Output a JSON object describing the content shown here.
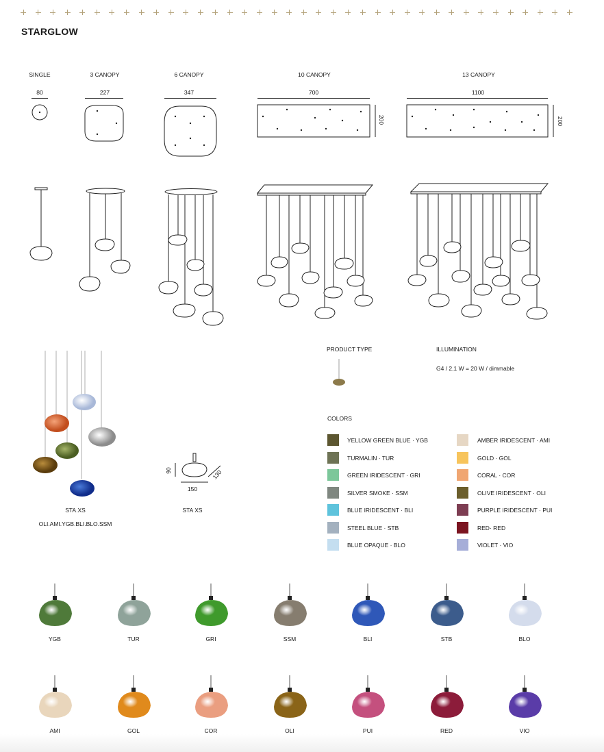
{
  "title": "STARGLOW",
  "canopies": [
    {
      "label": "SINGLE",
      "dim": "80"
    },
    {
      "label": "3 CANOPY",
      "dim": "227"
    },
    {
      "label": "6 CANOPY",
      "dim": "347"
    },
    {
      "label": "10 CANOPY",
      "dim": "700",
      "depth": "200"
    },
    {
      "label": "13 CANOPY",
      "dim": "1100",
      "depth": "200"
    }
  ],
  "product": {
    "type_heading": "PRODUCT TYPE",
    "illumination_heading": "ILLUMINATION",
    "illumination_value": "G4 / 2,1 W = 20 W / dimmable"
  },
  "cluster": {
    "caption1": "STA.XS",
    "caption2": "OLI.AMI.YGB.BLI.BLO.SSM"
  },
  "sta_xs": {
    "caption": "STA XS",
    "width": "150",
    "height": "90",
    "depth": "130"
  },
  "colors_heading": "COLORS",
  "colors_left": [
    {
      "name": "YELLOW GREEN BLUE · YGB",
      "hex": "#5c5630"
    },
    {
      "name": "TURMALIN · TUR",
      "hex": "#6e7355"
    },
    {
      "name": "GREEN IRIDESCENT · GRI",
      "hex": "#7cc79a"
    },
    {
      "name": "SILVER SMOKE · SSM",
      "hex": "#7f8780"
    },
    {
      "name": "BLUE IRIDESCENT · BLI",
      "hex": "#5ec3dc"
    },
    {
      "name": "STEEL BLUE · STB",
      "hex": "#a3b1bf"
    },
    {
      "name": "BLUE OPAQUE · BLO",
      "hex": "#c4def0"
    }
  ],
  "colors_right": [
    {
      "name": "AMBER IRIDESCENT · AMI",
      "hex": "#e6d7c4"
    },
    {
      "name": "GOLD · GOL",
      "hex": "#f7c45c"
    },
    {
      "name": "CORAL · COR",
      "hex": "#f0a672"
    },
    {
      "name": "OLIVE IRIDESCENT · OLI",
      "hex": "#6b5e2c"
    },
    {
      "name": "PURPLE IRIDESCENT · PUI",
      "hex": "#7d3d52"
    },
    {
      "name": "RED· RED",
      "hex": "#7b1420"
    },
    {
      "name": "VIOLET · VIO",
      "hex": "#a6aed8"
    }
  ],
  "pendants_row1": [
    {
      "code": "YGB",
      "hex": "#4f7a3a"
    },
    {
      "code": "TUR",
      "hex": "#8fa39a"
    },
    {
      "code": "GRI",
      "hex": "#3f9a2c"
    },
    {
      "code": "SSM",
      "hex": "#867d6f"
    },
    {
      "code": "BLI",
      "hex": "#2f58b8"
    },
    {
      "code": "STB",
      "hex": "#3c5c8c"
    },
    {
      "code": "BLO",
      "hex": "#d4dcec"
    }
  ],
  "pendants_row2": [
    {
      "code": "AMI",
      "hex": "#e9d6bc"
    },
    {
      "code": "GOL",
      "hex": "#e08a1c"
    },
    {
      "code": "COR",
      "hex": "#ea9e80"
    },
    {
      "code": "OLI",
      "hex": "#8a6418"
    },
    {
      "code": "PUI",
      "hex": "#c4507e"
    },
    {
      "code": "RED",
      "hex": "#8c1c3a"
    },
    {
      "code": "VIO",
      "hex": "#5a3ca8"
    }
  ]
}
